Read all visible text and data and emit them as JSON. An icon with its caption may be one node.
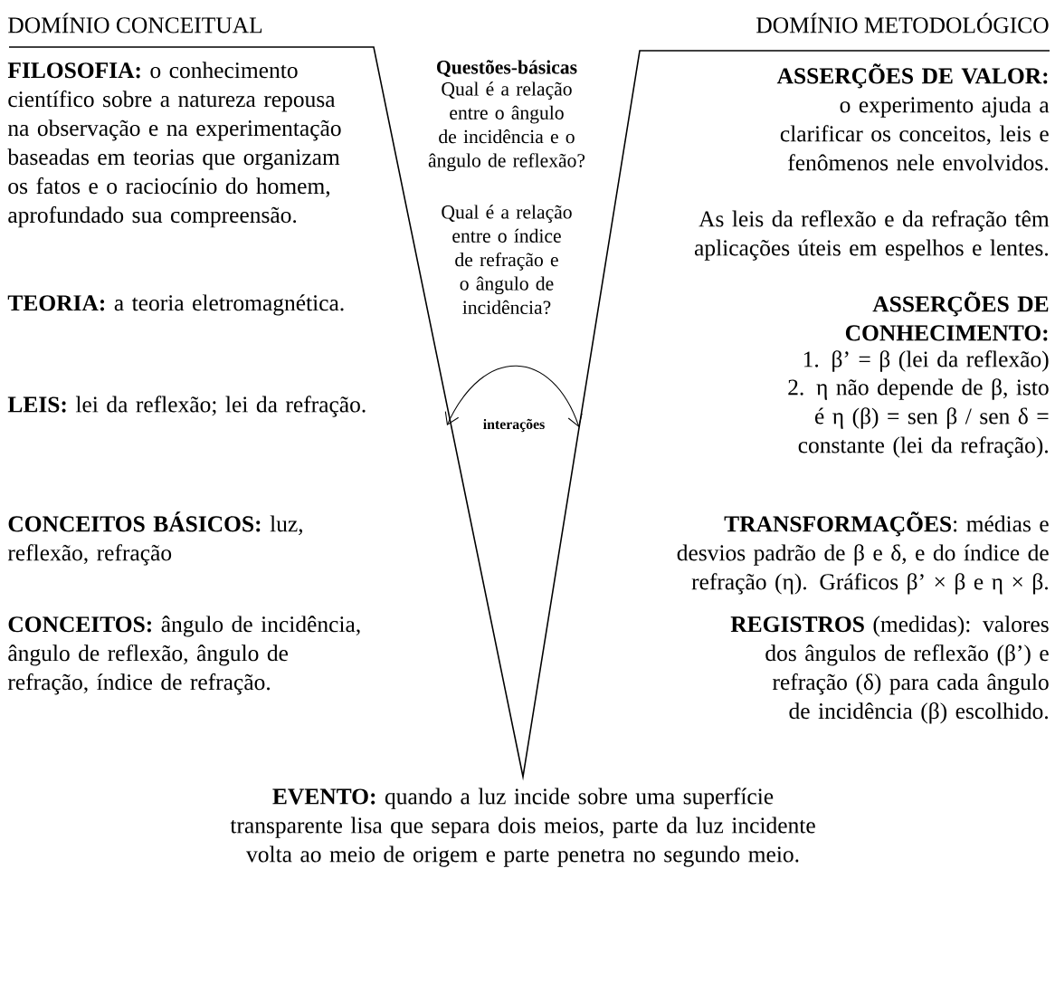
{
  "diagram": {
    "labels": [
      "DOMÍNIO CONCEITUAL",
      "DOMÍNIO METODOLÓGICO",
      "**FILOSOFIA:** o conhecimento científico sobre a natureza repousa na observação e na experimentação baseadas em teorias que organizam os fatos e o raciocínio do homem, aprofundado sua compreensão.",
      "Questões-básicas",
      "Qual é a relação entre o ângulo de incidência e o ângulo de reflexão?",
      "Qual é a relação entre o índice de refração e o ângulo de incidência?",
      "**ASSERÇÕES DE VALOR:** o experimento ajuda a clarificar os conceitos, leis e fenômenos nele envolvidos.",
      "As leis da reflexão e da refração têm aplicações úteis em espelhos e lentes.",
      "**TEORIA:** a teoria eletromagnética.",
      "ASSERÇÕES DE CONHECIMENTO:",
      "1. β’ = β (lei da reflexão)",
      "2. η não depende de β, isto é η (β) = sen β / sen δ = constante (lei da refração).",
      "interações",
      "**LEIS:** lei da reflexão; lei da refração.",
      "**TRANSFORMAÇÕES**: médias e desvios padrão de β e δ, e do índice de refração (η). Gráficos β’ × β e η × β.",
      "**CONCEITOS BÁSICOS:** luz, reflexão, refração",
      "**CONCEITOS:** ângulo de incidência, ângulo de reflexão, ângulo de refração, índice de refração.",
      "**REGISTROS** (medidas): valores dos ângulos de reflexão (β’) e refração (δ) para cada ângulo de incidência (β) escolhido.",
      "**EVENTO:** quando a luz incide sobre uma superfície transparente lisa que separa dois meios, parte da luz incidente volta ao meio de origem e parte penetra no segundo meio."
    ]
  }
}
